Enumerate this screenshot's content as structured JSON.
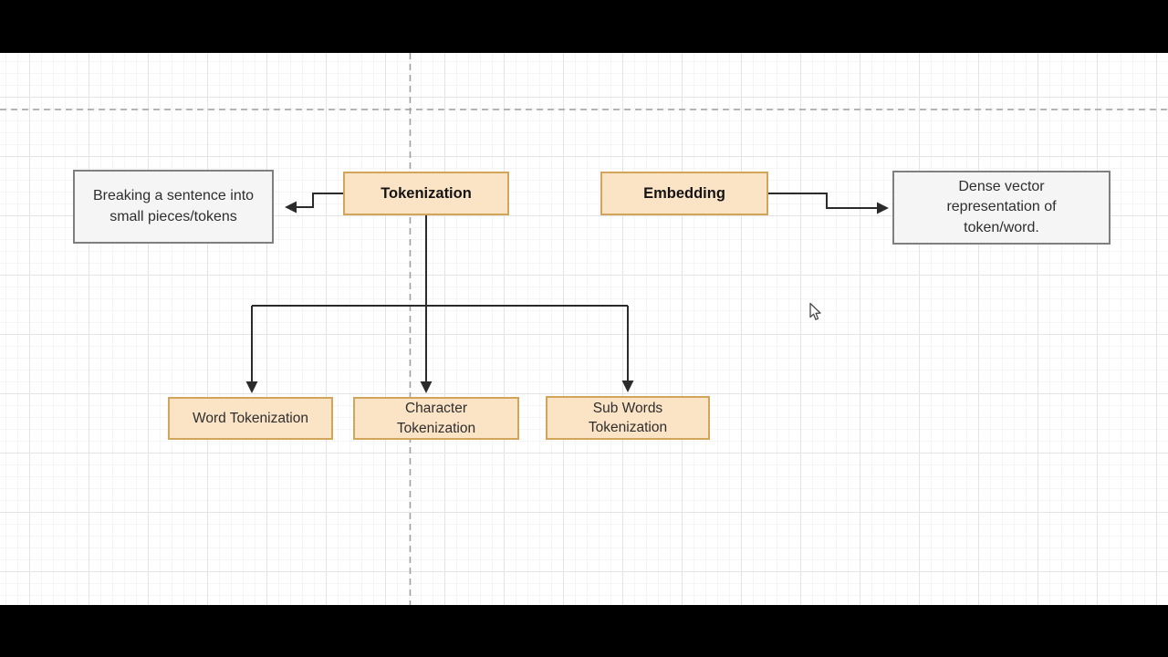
{
  "canvas": {
    "background": "#ffffff",
    "letterbox": "#000000",
    "grid_major": "#e4e4e4",
    "grid_minor": "#f5f5f5",
    "guide_color": "#9e9e9e",
    "connector_color": "#2b2b2b"
  },
  "palette": {
    "highlight_fill": "#fbe3c6",
    "highlight_stroke": "#d2a55a",
    "note_fill": "#f5f5f5",
    "note_stroke": "#7f7f7f"
  },
  "nodes": {
    "breaking": {
      "lines": [
        "Breaking a sentence into",
        "small pieces/tokens"
      ]
    },
    "tokenization": {
      "label": "Tokenization"
    },
    "embedding": {
      "label": "Embedding"
    },
    "dense": {
      "lines": [
        "Dense vector",
        "representation of",
        "token/word."
      ]
    },
    "word": {
      "label": "Word Tokenization"
    },
    "character": {
      "lines": [
        "Character",
        "Tokenization"
      ]
    },
    "subwords": {
      "lines": [
        "Sub Words",
        "Tokenization"
      ]
    }
  }
}
